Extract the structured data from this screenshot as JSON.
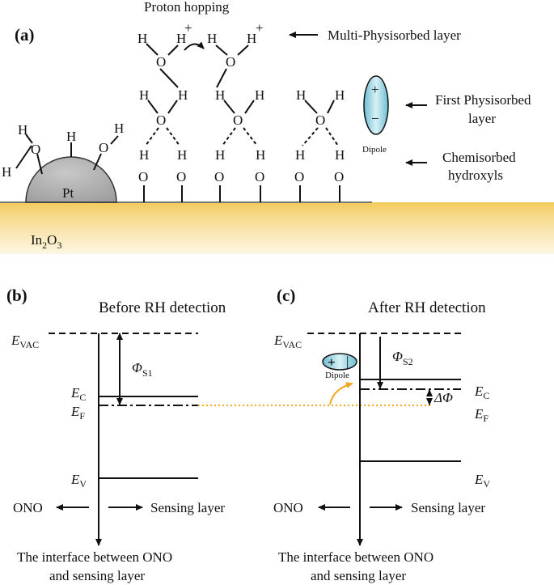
{
  "panels": {
    "a": "(a)",
    "b": "(b)",
    "c": "(c)"
  },
  "panel_a": {
    "title": "Proton hopping",
    "substrate": "In",
    "substrate_sub1": "2",
    "substrate_mid": "O",
    "substrate_sub2": "3",
    "metal": "Pt",
    "labels": {
      "multi": "Multi-Physisorbed layer",
      "first_line1": "First Physisorbed",
      "first_line2": "layer",
      "chem_line1": "Chemisorbed",
      "chem_line2": "hydroxyls"
    },
    "dipole_label": "Dipole",
    "dipole_plus": "+",
    "dipole_minus": "−",
    "atoms": {
      "H": "H",
      "O": "O",
      "Hplus": "+"
    },
    "colors": {
      "substrate": "#f6d98a",
      "pt": "#b3b3b3",
      "dipole": "#8fd0df"
    }
  },
  "panel_b": {
    "title": "Before RH detection",
    "evac": "E",
    "evac_sub": "VAC",
    "ec": "E",
    "ec_sub": "C",
    "ef": "E",
    "ef_sub": "F",
    "ev": "E",
    "ev_sub": "V",
    "phi": "Φ",
    "phi_sub": "S1",
    "left_label": "ONO",
    "right_label": "Sensing layer",
    "interface_line1": "The interface between ONO",
    "interface_line2": "and sensing layer"
  },
  "panel_c": {
    "title": "After RH detection",
    "evac": "E",
    "evac_sub": "VAC",
    "ec": "E",
    "ec_sub": "C",
    "ef": "E",
    "ef_sub": "F",
    "ev": "E",
    "ev_sub": "V",
    "phi": "Φ",
    "phi_sub": "S2",
    "dphi": "ΔΦ",
    "dipole_label": "Dipole",
    "dipole_plus": "+",
    "dipole_minus": "|",
    "left_label": "ONO",
    "right_label": "Sensing layer",
    "interface_line1": "The interface between ONO",
    "interface_line2": "and sensing layer",
    "colors": {
      "fermi_link": "#f5a623"
    }
  }
}
